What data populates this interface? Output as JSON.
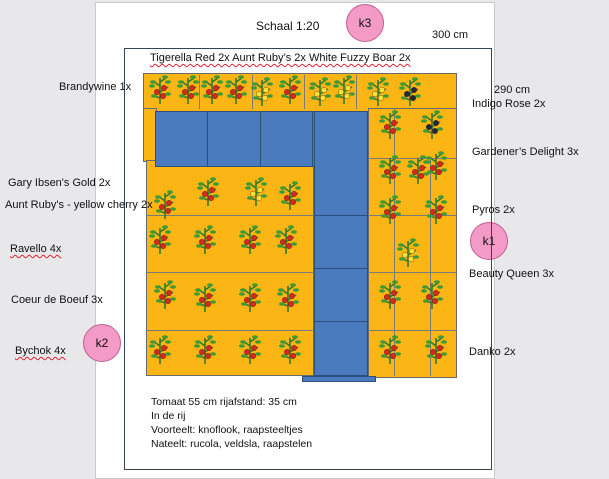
{
  "scale_label": "Schaal 1:20",
  "width_label": "300 cm",
  "depth_label": "290 cm",
  "markers": {
    "k1": "k1",
    "k2": "k2",
    "k3": "k3"
  },
  "top_row_label": "Tigerella Red 2x Aunt Ruby’s 2x White Fuzzy Boar 2x",
  "left_labels": {
    "brandywine": "Brandywine 1x",
    "gary": "Gary Ibsen's Gold 2x",
    "aunt_yellow": "Aunt Ruby's - yellow cherry 2x",
    "ravello": "Ravello 4x",
    "coeur": "Coeur de Boeuf 3x",
    "bychok": "Bychok 4x"
  },
  "right_labels": {
    "indigo": "Indigo Rose 2x",
    "gardener": "Gardener’s Delight 3x",
    "pyros": "Pyros 2x",
    "beauty": "Beauty Queen 3x",
    "danko": "Danko 2x"
  },
  "notes": {
    "line1": "Tomaat 55 cm rijafstand: 35 cm",
    "line2": "In de rij",
    "line3": "Voorteelt:   knoflook, raapsteeltjes",
    "line4": "Nateelt:    rucola, veldsla, raapstelen"
  },
  "colors": {
    "bed": "#fbb515",
    "path": "#4a7bbf",
    "marker": "#f49ac6",
    "tomato_red": "#d22b1e",
    "tomato_yellow": "#f5e233",
    "tomato_dark": "#1e2a3a"
  }
}
